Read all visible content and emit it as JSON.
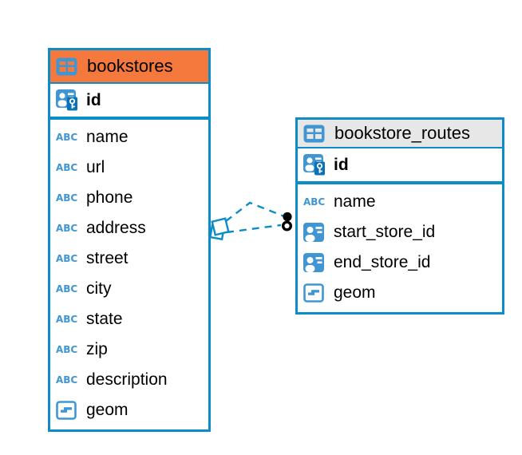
{
  "colors": {
    "accent_blue": "#0E8CC8",
    "icon_blue": "#3F96D3",
    "key_badge_blue": "#0B72B8",
    "bookstores_header": "#F5783C",
    "routes_header": "#E7E7E7",
    "background": "#FFFFFF",
    "text": "#000000"
  },
  "icons": {
    "text_type_label": "ABC"
  },
  "tables": [
    {
      "name": "bookstores",
      "primary_key": {
        "name": "id"
      },
      "columns": [
        {
          "name": "name",
          "type": "text"
        },
        {
          "name": "url",
          "type": "text"
        },
        {
          "name": "phone",
          "type": "text"
        },
        {
          "name": "address",
          "type": "text"
        },
        {
          "name": "street",
          "type": "text"
        },
        {
          "name": "city",
          "type": "text"
        },
        {
          "name": "state",
          "type": "text"
        },
        {
          "name": "zip",
          "type": "text"
        },
        {
          "name": "description",
          "type": "text"
        },
        {
          "name": "geom",
          "type": "geometry"
        }
      ]
    },
    {
      "name": "bookstore_routes",
      "primary_key": {
        "name": "id"
      },
      "columns": [
        {
          "name": "name",
          "type": "text"
        },
        {
          "name": "start_store_id",
          "type": "reference"
        },
        {
          "name": "end_store_id",
          "type": "reference"
        },
        {
          "name": "geom",
          "type": "geometry"
        }
      ]
    }
  ],
  "relationships": [
    {
      "from_table": "bookstore_routes",
      "to_table": "bookstores",
      "style": "dashed"
    },
    {
      "from_table": "bookstore_routes",
      "to_table": "bookstores",
      "style": "dashed"
    }
  ]
}
